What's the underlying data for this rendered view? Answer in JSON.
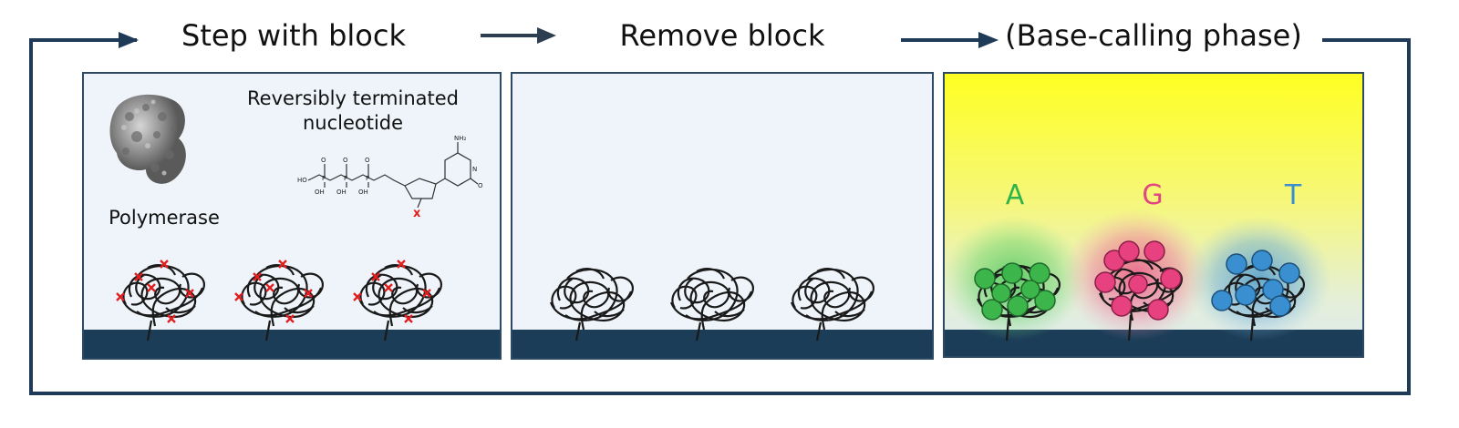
{
  "steps": {
    "step1": "Step with block",
    "step2": "Remove block",
    "step3": "(Base-calling phase)"
  },
  "panel1": {
    "polymerase_label": "Polymerase",
    "nucleotide_label_line1": "Reversibly terminated",
    "nucleotide_label_line2": "nucleotide",
    "chem": {
      "ho": "HO",
      "oh": "OH",
      "o": "O",
      "p": "P",
      "nh2": "NH₂",
      "n": "N",
      "block_mark": "x"
    }
  },
  "panel3": {
    "bases": [
      {
        "letter": "A",
        "color": "#2fb34a"
      },
      {
        "letter": "G",
        "color": "#e0467f"
      },
      {
        "letter": "T",
        "color": "#3a8fd0"
      }
    ]
  },
  "colors": {
    "frame": "#1e3a56",
    "substrate": "#1b3d58",
    "panel_bg": "#eef4fa",
    "block_marks": "#e02020",
    "yellow_glow": "#ffff33"
  },
  "icons": [
    "polymerase-protein-icon",
    "nucleotide-structure-icon",
    "dna-cluster-icon",
    "flow-arrow-icon"
  ]
}
